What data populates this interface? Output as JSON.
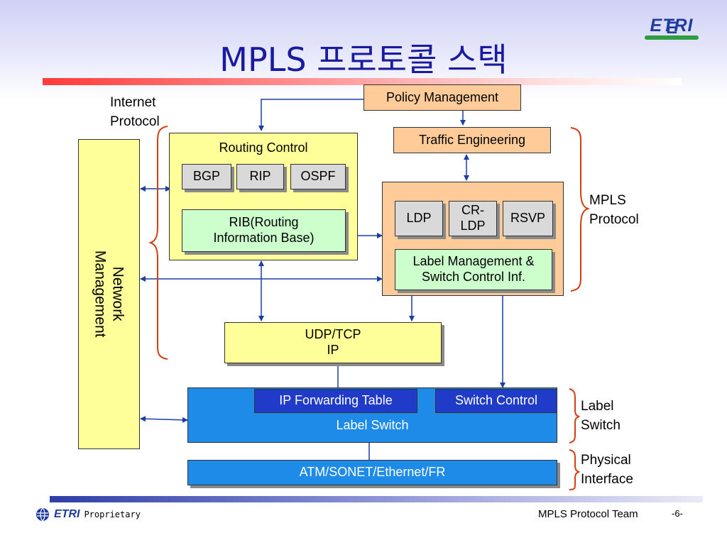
{
  "title": "MPLS 프로토콜 스택",
  "logo_text": "ETRI",
  "left_labels": {
    "internet_protocol_line1": "Internet",
    "internet_protocol_line2": "Protocol"
  },
  "right_labels": {
    "mpls_protocol_line1": "MPLS",
    "mpls_protocol_line2": "Protocol",
    "label_switch_line1": "Label",
    "label_switch_line2": "Switch",
    "physical_interface_line1": "Physical",
    "physical_interface_line2": "Interface"
  },
  "network_management": {
    "line1": "Network",
    "line2": "Management"
  },
  "routing_control": {
    "title": "Routing Control",
    "bgp": "BGP",
    "rip": "RIP",
    "ospf": "OSPF",
    "rib_line1": "RIB(Routing",
    "rib_line2": "Information Base)"
  },
  "policy_management": "Policy Management",
  "traffic_engineering": "Traffic Engineering",
  "mpls_box": {
    "ldp": "LDP",
    "crldp_line1": "CR-",
    "crldp_line2": "LDP",
    "rsvp": "RSVP",
    "label_mgmt_line1": "Label Management &",
    "label_mgmt_line2": "Switch Control Inf."
  },
  "udp_tcp": {
    "line1": "UDP/TCP",
    "line2": "IP"
  },
  "label_switch": {
    "ip_forwarding_table": "IP Forwarding Table",
    "switch_control": "Switch Control",
    "label": "Label Switch"
  },
  "physical": "ATM/SONET/Ethernet/FR",
  "footer": {
    "logo": "ETRI",
    "proprietary": "Proprietary",
    "team": "MPLS Protocol Team",
    "page": "-6-"
  },
  "colors": {
    "title": "#1a1aa0",
    "yellow_box": "#ffff99",
    "orange_box": "#ffcc99",
    "green_box": "#ccffcc",
    "gray_box": "#d9d9d9",
    "blue_box": "#1f8be8",
    "dark_blue_box": "#1f3bc7",
    "arrow": "#1a3ea8",
    "brace": "#d04010"
  }
}
